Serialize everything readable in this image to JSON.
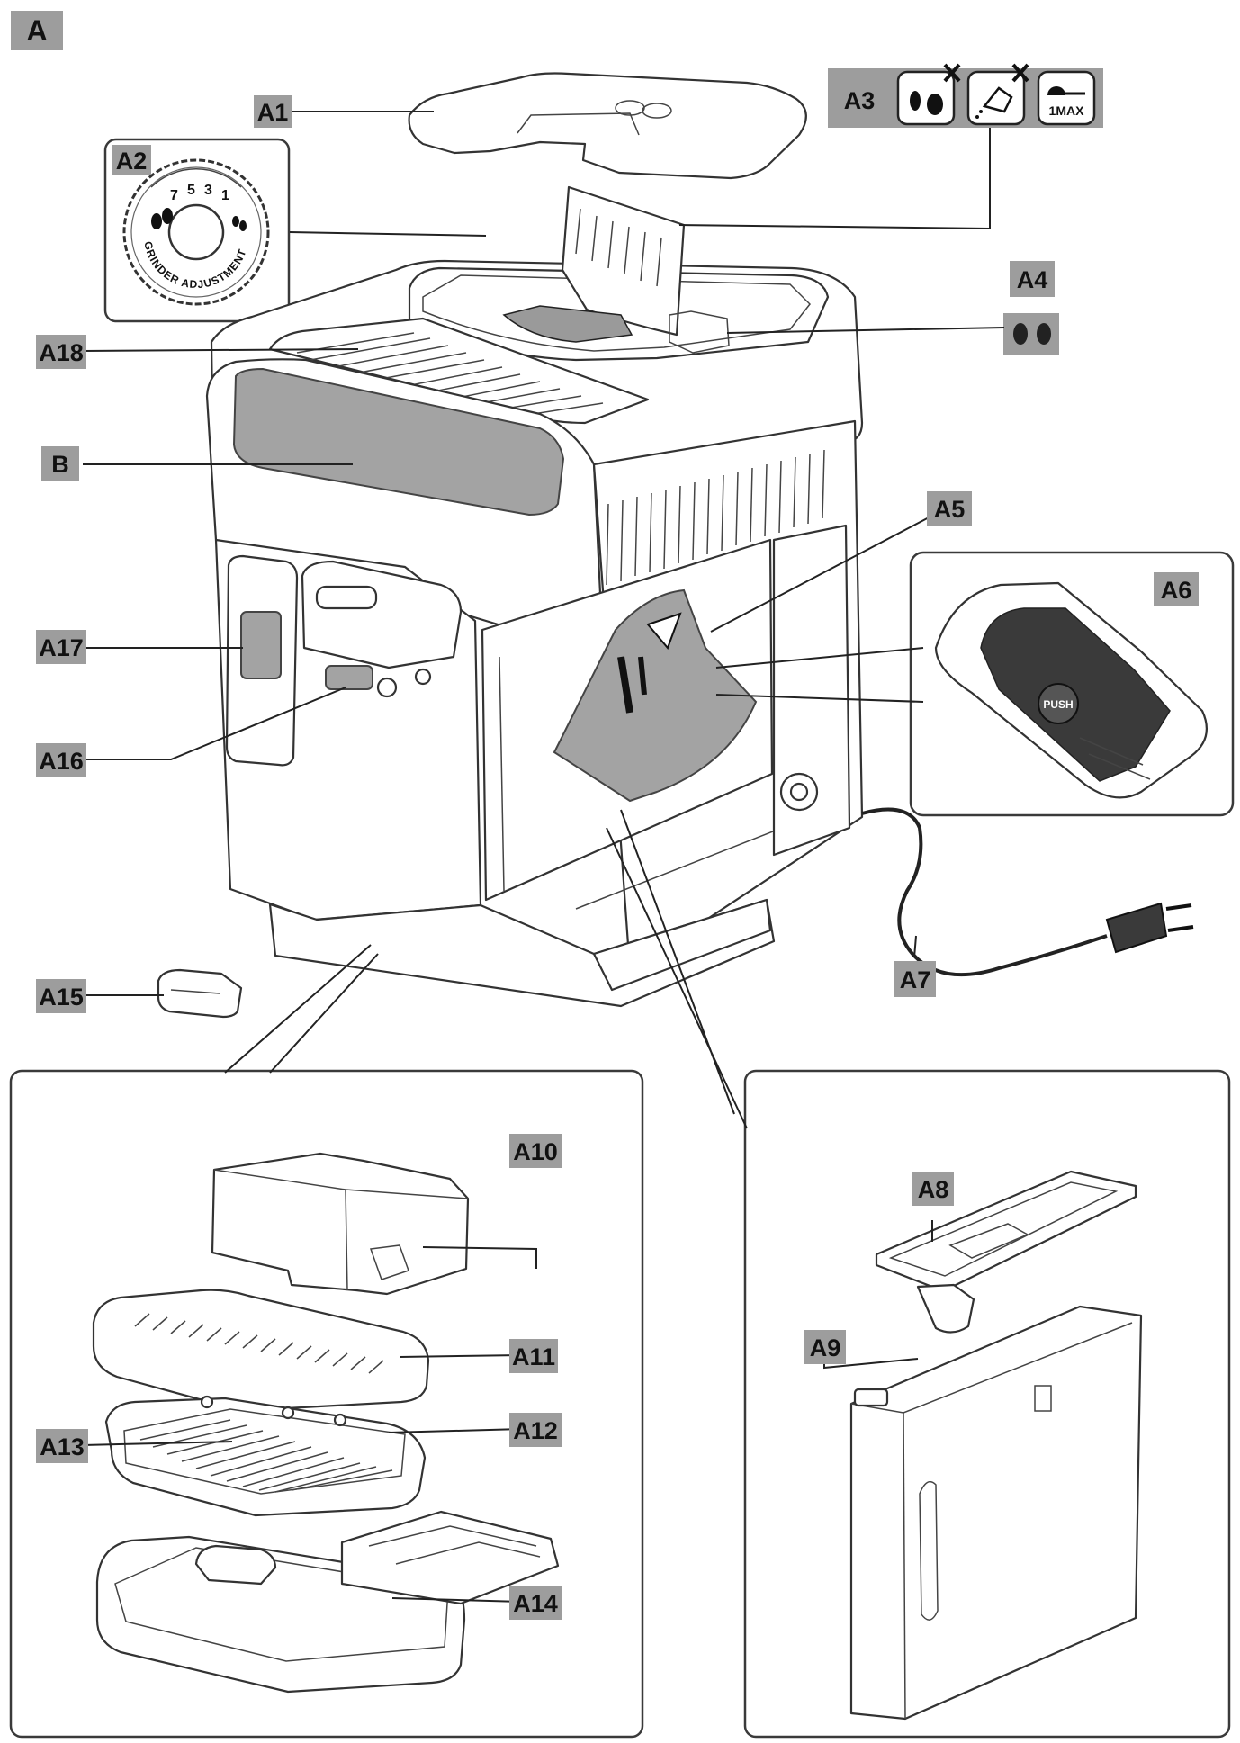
{
  "figure_label": "A",
  "callouts": {
    "A1": "A1",
    "A2": "A2",
    "A3": "A3",
    "A4": "A4",
    "A5": "A5",
    "A6": "A6",
    "A7": "A7",
    "A8": "A8",
    "A9": "A9",
    "A10": "A10",
    "A11": "A11",
    "A12": "A12",
    "A13": "A13",
    "A14": "A14",
    "A15": "A15",
    "A16": "A16",
    "A17": "A17",
    "A18": "A18",
    "B": "B"
  },
  "grinder_dial": {
    "numbers": [
      "7",
      "5",
      "3",
      "1"
    ],
    "caption": "GRINDER ADJUSTMENT"
  },
  "a3_icons": {
    "measure_label": "1MAX"
  },
  "a6_button": "PUSH",
  "colors": {
    "label_bg": "#9d9d9d",
    "label_text": "#111111",
    "line": "#222222",
    "fill_grey": "#a3a3a3"
  }
}
